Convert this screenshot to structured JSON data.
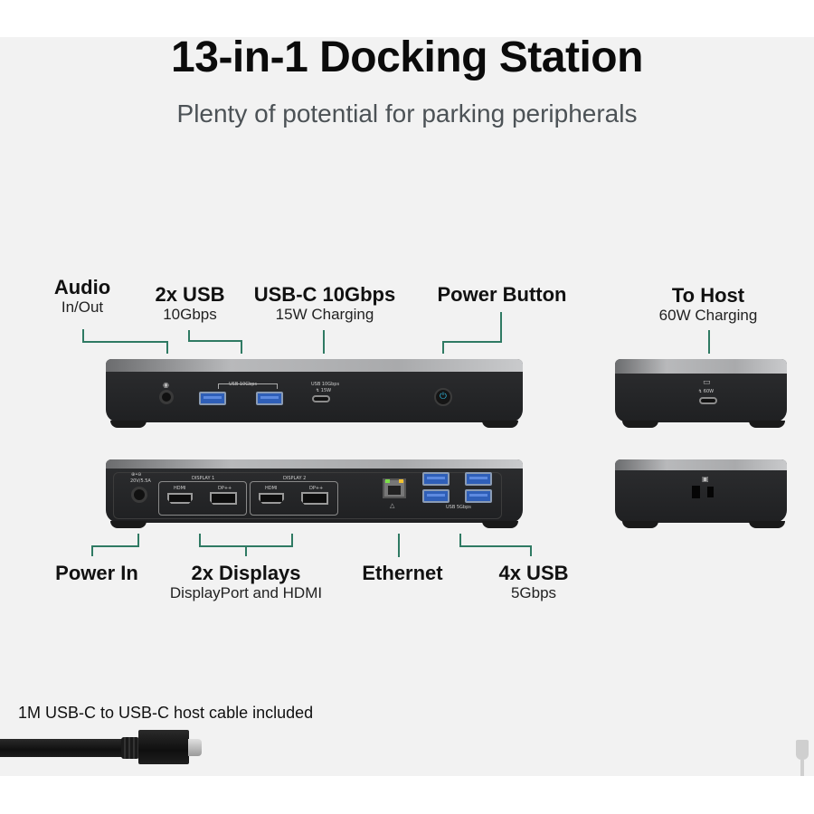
{
  "header": {
    "title": "13-in-1 Docking Station",
    "subtitle": "Plenty of potential for parking peripherals"
  },
  "front_labels": {
    "audio": {
      "title": "Audio",
      "sub": "In/Out"
    },
    "usb_a": {
      "title": "2x USB",
      "sub": "10Gbps"
    },
    "usb_c": {
      "title": "USB-C 10Gbps",
      "sub": "15W Charging"
    },
    "power_button": {
      "title": "Power Button"
    },
    "to_host": {
      "title": "To Host",
      "sub": "60W Charging"
    }
  },
  "back_labels": {
    "power_in": {
      "title": "Power In"
    },
    "displays": {
      "title": "2x Displays",
      "sub": "DisplayPort and HDMI"
    },
    "ethernet": {
      "title": "Ethernet"
    },
    "usb_a": {
      "title": "4x USB",
      "sub": "5Gbps"
    }
  },
  "device_markings": {
    "usb_10gbps": "USB 10Gbps",
    "usbc_10gbps": "USB 10Gbps",
    "usbc_watt": "15W",
    "power_spec": "20V/5.5A",
    "display_1": "DISPLAY 1",
    "display_2": "DISPLAY 2",
    "hdmi": "HDMI",
    "dp": "DP++",
    "usb_5gbps": "USB 5Gbps",
    "host_watt": "60W"
  },
  "cable": {
    "caption": "1M USB-C to USB-C host cable included"
  },
  "colors": {
    "background": "#f2f2f2",
    "leader_line": "#2f7a63",
    "title": "#0b0b0b",
    "subtitle": "#4c5256",
    "usb_blue": "#2f5fb8",
    "power_led": "#2fb4d9"
  }
}
